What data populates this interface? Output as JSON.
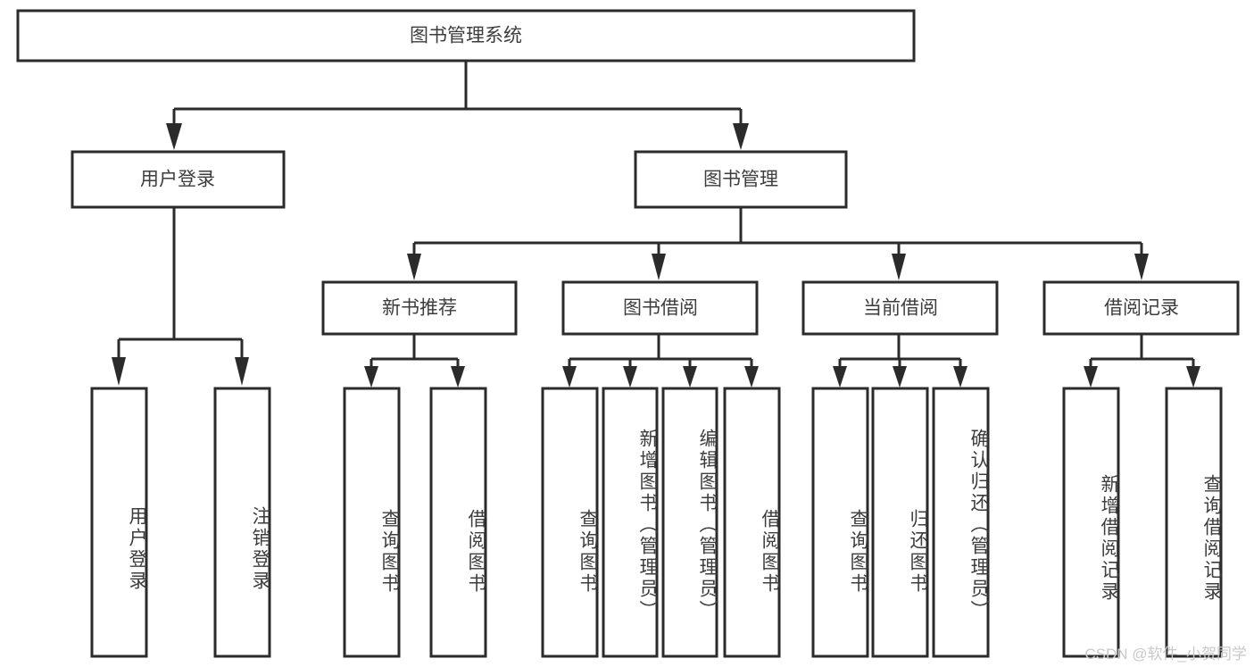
{
  "diagram": {
    "type": "tree",
    "title": "图书管理系统",
    "root": {
      "id": "root",
      "label": "图书管理系统"
    },
    "level2": [
      {
        "id": "user-login",
        "label": "用户登录"
      },
      {
        "id": "book-manage",
        "label": "图书管理"
      }
    ],
    "level3": [
      {
        "id": "new-book-rec",
        "label": "新书推荐",
        "parent": "book-manage"
      },
      {
        "id": "book-borrow",
        "label": "图书借阅",
        "parent": "book-manage"
      },
      {
        "id": "current-borrow",
        "label": "当前借阅",
        "parent": "book-manage"
      },
      {
        "id": "borrow-record",
        "label": "借阅记录",
        "parent": "book-manage"
      }
    ],
    "leaves": [
      {
        "id": "leaf-user-login",
        "label": "用户登录",
        "parent": "user-login"
      },
      {
        "id": "leaf-logout-login",
        "label": "注销登录",
        "parent": "user-login"
      },
      {
        "id": "leaf-query-book-1",
        "label": "查询图书",
        "parent": "new-book-rec"
      },
      {
        "id": "leaf-borrow-book-1",
        "label": "借阅图书",
        "parent": "new-book-rec"
      },
      {
        "id": "leaf-query-book-2",
        "label": "查询图书",
        "parent": "book-borrow"
      },
      {
        "id": "leaf-add-book",
        "label": "新增图书（管理员）",
        "parent": "book-borrow"
      },
      {
        "id": "leaf-edit-book",
        "label": "编辑图书（管理员）",
        "parent": "book-borrow"
      },
      {
        "id": "leaf-borrow-book-2",
        "label": "借阅图书",
        "parent": "book-borrow"
      },
      {
        "id": "leaf-query-book-3",
        "label": "查询图书",
        "parent": "current-borrow"
      },
      {
        "id": "leaf-return-book",
        "label": "归还图书",
        "parent": "current-borrow"
      },
      {
        "id": "leaf-confirm-return",
        "label": "确认归还（管理员）",
        "parent": "current-borrow"
      },
      {
        "id": "leaf-add-record",
        "label": "新增借阅记录",
        "parent": "borrow-record"
      },
      {
        "id": "leaf-query-record",
        "label": "查询借阅记录",
        "parent": "borrow-record"
      }
    ],
    "colors": {
      "stroke": "#2b2b2b",
      "box_fill": "#ffffff",
      "text": "#3d3d3d",
      "background": "#ffffff",
      "watermark": "#c9c9c9"
    }
  },
  "watermark": {
    "text": "CSDN @软件_小贺同学"
  }
}
